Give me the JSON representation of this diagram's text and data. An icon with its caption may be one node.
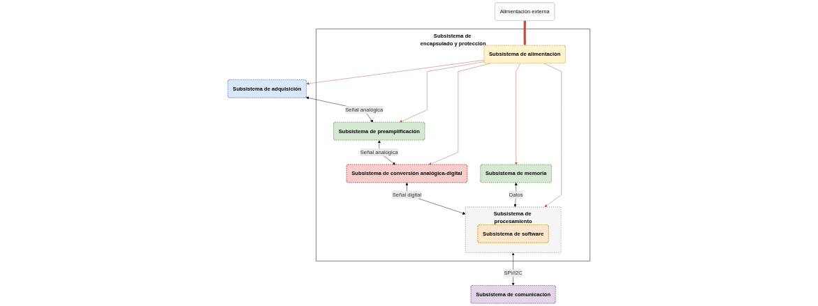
{
  "diagram": {
    "nodes": [
      {
        "text": [
          "Alimentación externa"
        ]
      },
      {
        "text": [
          "Subsistema de encapsulado y protección"
        ]
      },
      {
        "text": [
          "Subsistema de alimentación"
        ],
        "in": 1
      },
      {
        "text": [
          "Subsistema de memoria"
        ],
        "in": 1
      },
      {
        "text": [
          "Subsistema de adquisición"
        ]
      },
      {
        "text": [
          "Subsistema de preamplificación"
        ],
        "in": 1
      },
      {
        "text": [
          "Subsistema de conversión analógica-digital"
        ],
        "in": 1
      },
      {
        "text": [
          "Subsistema de procesamiento"
        ],
        "in": 1
      },
      {
        "text": [
          "Subsistema de software"
        ],
        "in": 7
      },
      {
        "text": [
          "Subsistema de comunicación"
        ]
      }
    ],
    "edges": [
      {
        "from": 0,
        "to": 2,
        "arrow": "to",
        "style": "thick",
        "color": "#b85450"
      },
      {
        "from": 2,
        "to": 4,
        "arrow": "to",
        "color": "#b85450"
      },
      {
        "from": 2,
        "to": 5,
        "arrow": "to",
        "color": "#b85450"
      },
      {
        "from": 2,
        "to": 6,
        "arrow": "to",
        "color": "#b85450"
      },
      {
        "from": 2,
        "to": 3,
        "arrow": "to",
        "color": "#b85450"
      },
      {
        "from": 2,
        "to": 7,
        "arrow": "to",
        "color": "#b85450"
      },
      {
        "from": 4,
        "to": 5,
        "arrow": "both",
        "label": "Señal analógica",
        "color": "#000000"
      },
      {
        "from": 5,
        "to": 6,
        "arrow": "both",
        "label": "Señal analógica",
        "color": "#000000"
      },
      {
        "from": 6,
        "to": 7,
        "arrow": "both",
        "label": "Señal digital",
        "color": "#000000"
      },
      {
        "from": 3,
        "to": 7,
        "arrow": "both",
        "label": "Datos",
        "color": "#000000"
      },
      {
        "from": 7,
        "to": 9,
        "arrow": "both",
        "label": "SPI/I2C",
        "color": "#000000"
      }
    ]
  }
}
